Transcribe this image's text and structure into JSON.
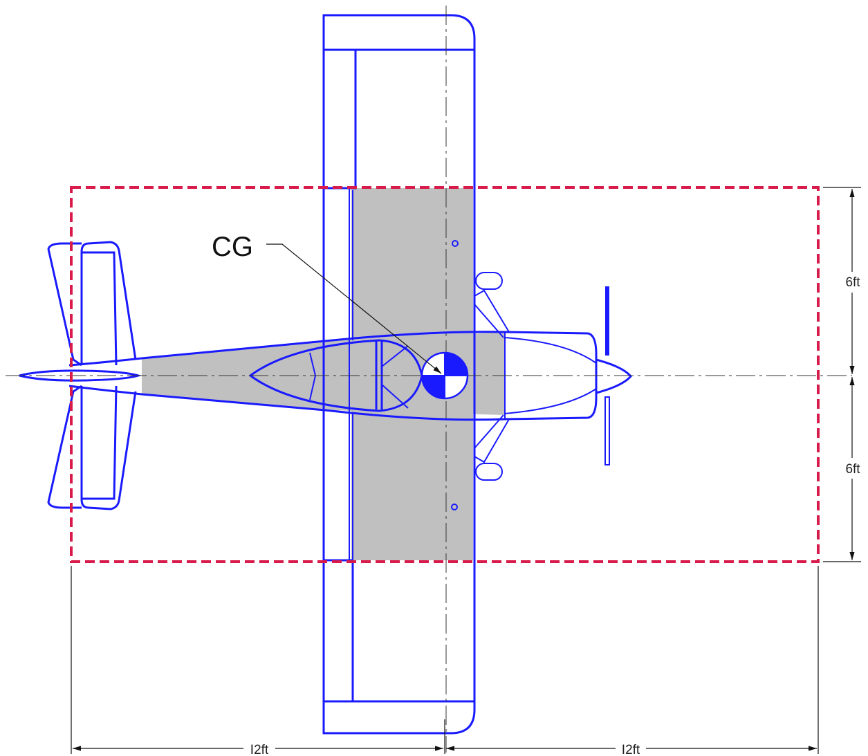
{
  "labels": {
    "cg": "CG",
    "dim_left": "I2ft",
    "dim_right": "I2ft",
    "dim_top": "6ft",
    "dim_bottom": "6ft"
  },
  "colors": {
    "aircraft_outline": "#1a1aff",
    "shaded_area": "#c0c0c0",
    "boundary_dashed": "#d81b4a",
    "dimension_lines": "#111111"
  }
}
